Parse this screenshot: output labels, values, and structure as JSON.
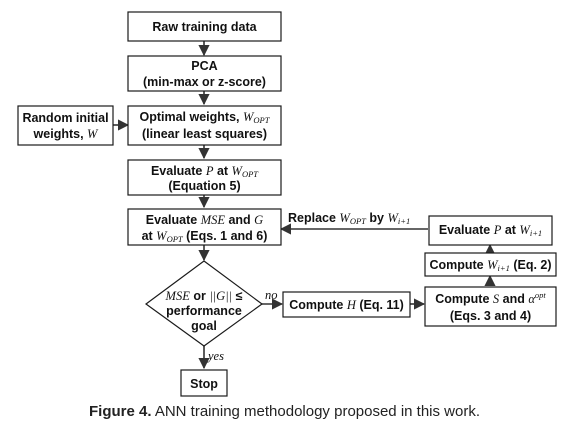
{
  "nodes": {
    "raw": {
      "line1": "Raw training data"
    },
    "pca": {
      "line1": "PCA",
      "line2": "(min-max or z-score)"
    },
    "random": {
      "line1": "Random initial",
      "line2_pre": "weights, ",
      "line2_math": "W"
    },
    "optimal": {
      "line1_pre": "Optimal weights, ",
      "line1_math": "W",
      "line1_sub": "OPT",
      "line2": "(linear least squares)"
    },
    "evalP": {
      "line1_pre": "Evaluate ",
      "line1_math": "P",
      "line1_mid": " at ",
      "line1_math2": "W",
      "line1_sub": "OPT",
      "line2": "(Equation 5)"
    },
    "evalMSE": {
      "line1_pre": "Evaluate ",
      "line1_math": "MSE",
      "line1_mid": " and ",
      "line1_math2": "G",
      "line2_pre": "at ",
      "line2_math": "W",
      "line2_sub": "OPT",
      "line2_post": " (Eqs. 1 and 6)"
    },
    "decision": {
      "line1_math": "MSE",
      "line1_mid": " or ",
      "line1_math2": "||G||",
      "line1_post": " ≤",
      "line2": "performance",
      "line3": "goal"
    },
    "stop": {
      "line1": "Stop"
    },
    "computeH": {
      "line1_pre": "Compute ",
      "line1_math": "H",
      "line1_post": " (Eq. 11)"
    },
    "computeS": {
      "line1_pre": "Compute ",
      "line1_math": "S",
      "line1_mid": " and ",
      "line1_math2": "α",
      "line1_sup": "opt",
      "line2": "(Eqs. 3 and 4)"
    },
    "computeW": {
      "line1_pre": "Compute ",
      "line1_math": "W",
      "line1_sub": "i+1",
      "line1_post": " (Eq. 2)"
    },
    "evalPi": {
      "line1_pre": "Evaluate ",
      "line1_math": "P",
      "line1_mid": " at ",
      "line1_math2": "W",
      "line1_sub": "i+1"
    }
  },
  "edges": {
    "no": "no",
    "yes": "yes",
    "replace": {
      "pre": "Replace ",
      "math": "W",
      "sub": "OPT",
      "mid": " by ",
      "math2": "W",
      "sub2": "i+1"
    }
  },
  "caption": {
    "label": "Figure 4.",
    "text": " ANN training methodology proposed in this work."
  }
}
